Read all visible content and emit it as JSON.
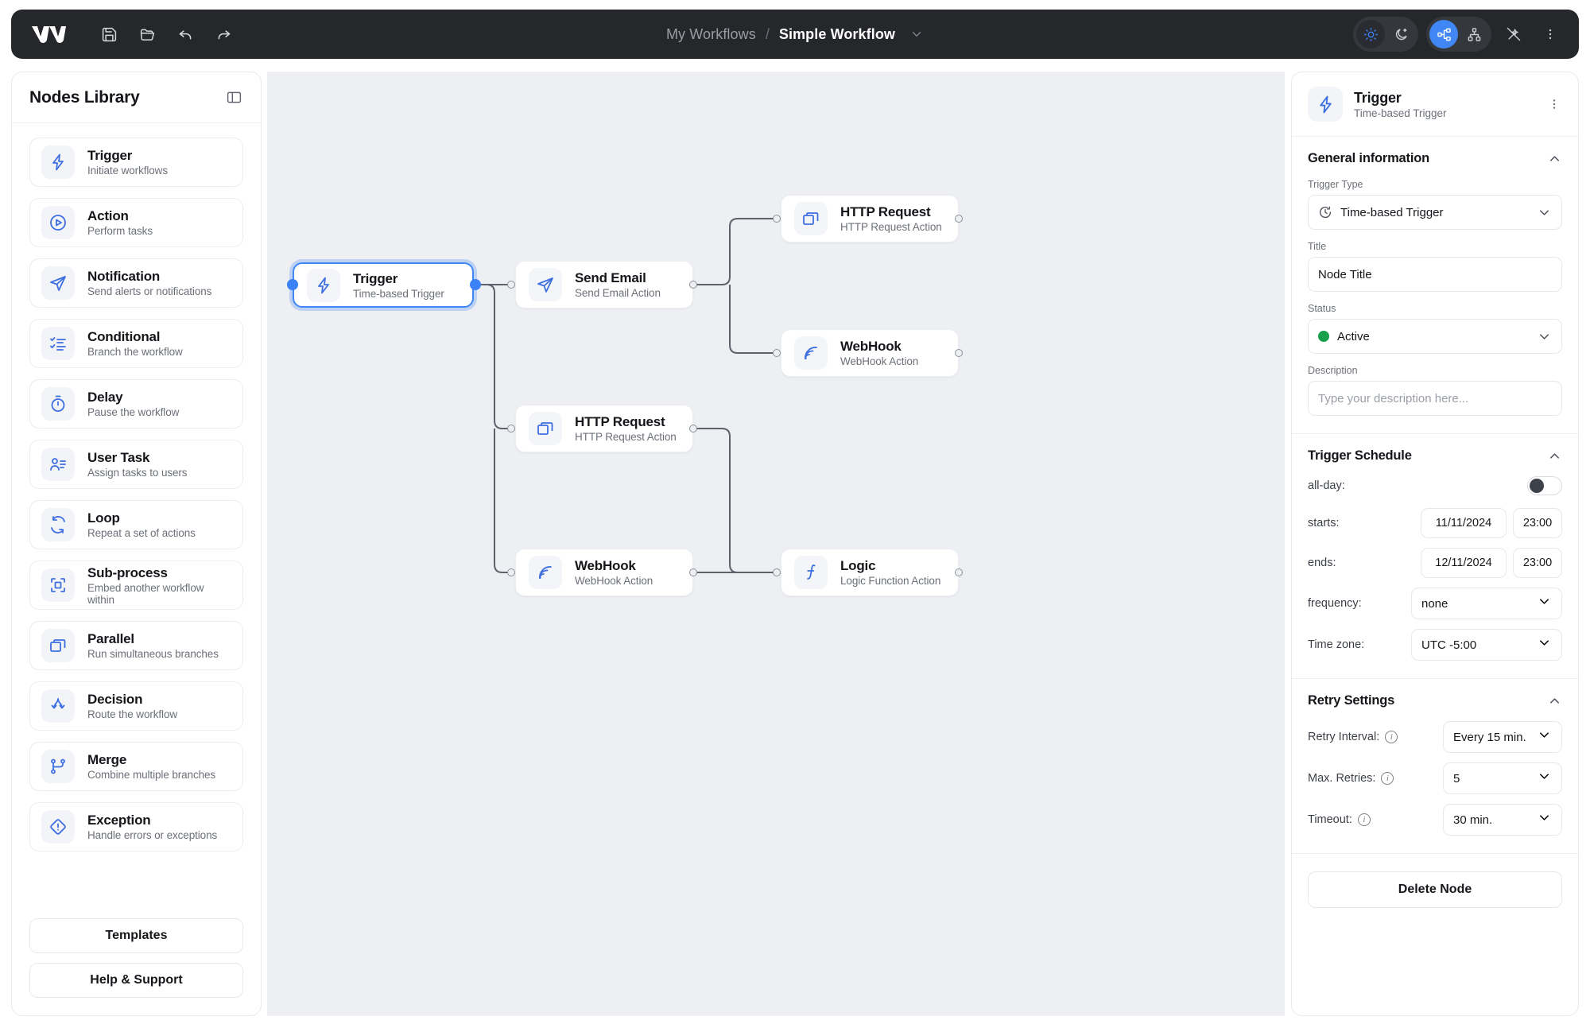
{
  "topbar": {
    "logo": "workflow-logo",
    "tools": [
      {
        "name": "save-icon",
        "label": "Save"
      },
      {
        "name": "open-folder-icon",
        "label": "Open"
      },
      {
        "name": "undo-icon",
        "label": "Undo"
      },
      {
        "name": "redo-icon",
        "label": "Redo"
      }
    ],
    "breadcrumb": {
      "parent": "My Workflows",
      "separator": "/",
      "current": "Simple Workflow",
      "chevron": "chevron-down-icon"
    },
    "right_controls": [
      {
        "name": "light-mode-icon",
        "label": "Light mode",
        "state": "active"
      },
      {
        "name": "dark-mode-icon",
        "label": "Dark mode",
        "state": "inactive"
      },
      {
        "name": "layout-horizontal-icon",
        "label": "Horizontal layout",
        "state": "active"
      },
      {
        "name": "layout-vertical-icon",
        "label": "Vertical layout",
        "state": "inactive"
      },
      {
        "name": "magic-wand-off-icon",
        "label": "Auto-arrange off",
        "state": "inactive"
      },
      {
        "name": "more-vertical-icon",
        "label": "More options",
        "state": "inactive"
      }
    ]
  },
  "sidebar": {
    "title": "Nodes Library",
    "collapse_icon": "panel-collapse-icon",
    "items": [
      {
        "name": "Trigger",
        "desc": "Initiate workflows",
        "icon": "lightning-icon"
      },
      {
        "name": "Action",
        "desc": "Perform tasks",
        "icon": "play-circle-icon"
      },
      {
        "name": "Notification",
        "desc": "Send alerts or notifications",
        "icon": "send-icon"
      },
      {
        "name": "Conditional",
        "desc": "Branch the workflow",
        "icon": "checklist-icon"
      },
      {
        "name": "Delay",
        "desc": "Pause the workflow",
        "icon": "timer-icon"
      },
      {
        "name": "User Task",
        "desc": "Assign tasks to users",
        "icon": "user-list-icon"
      },
      {
        "name": "Loop",
        "desc": "Repeat a set of actions",
        "icon": "refresh-icon"
      },
      {
        "name": "Sub-process",
        "desc": "Embed another workflow within",
        "icon": "frame-icon"
      },
      {
        "name": "Parallel",
        "desc": "Run simultaneous branches",
        "icon": "copy-icon"
      },
      {
        "name": "Decision",
        "desc": "Route the workflow",
        "icon": "split-arrows-icon"
      },
      {
        "name": "Merge",
        "desc": "Combine multiple branches",
        "icon": "merge-icon"
      },
      {
        "name": "Exception",
        "desc": "Handle errors or exceptions",
        "icon": "alert-diamond-icon"
      }
    ],
    "footer_buttons": [
      {
        "label": "Templates"
      },
      {
        "label": "Help & Support"
      }
    ]
  },
  "canvas": {
    "background": "#edeff2",
    "nodes": [
      {
        "id": "trigger",
        "name": "Trigger",
        "sub": "Time-based Trigger",
        "icon": "lightning-icon",
        "selected": true
      },
      {
        "id": "email",
        "name": "Send Email",
        "sub": "Send Email Action",
        "icon": "send-icon",
        "selected": false
      },
      {
        "id": "http1",
        "name": "HTTP Request",
        "sub": "HTTP Request Action",
        "icon": "copy-icon",
        "selected": false
      },
      {
        "id": "hook1",
        "name": "WebHook",
        "sub": "WebHook Action",
        "icon": "wifi-icon",
        "selected": false
      },
      {
        "id": "http2",
        "name": "HTTP Request",
        "sub": "HTTP Request Action",
        "icon": "copy-icon",
        "selected": false
      },
      {
        "id": "hook2",
        "name": "WebHook",
        "sub": "WebHook Action",
        "icon": "wifi-icon",
        "selected": false
      },
      {
        "id": "logic",
        "name": "Logic",
        "sub": "Logic Function Action",
        "icon": "function-icon",
        "selected": false
      }
    ],
    "edges": [
      {
        "from": "trigger",
        "to": "email"
      },
      {
        "from": "trigger",
        "to": "http2"
      },
      {
        "from": "trigger",
        "to": "hook2"
      },
      {
        "from": "email",
        "to": "http1"
      },
      {
        "from": "email",
        "to": "hook1"
      },
      {
        "from": "http2",
        "to": "logic"
      },
      {
        "from": "hook2",
        "to": "logic"
      }
    ]
  },
  "properties": {
    "header": {
      "title": "Trigger",
      "subtitle": "Time-based Trigger",
      "icon": "lightning-icon",
      "menu_icon": "more-vertical-icon"
    },
    "general": {
      "section_title": "General information",
      "trigger_type_label": "Trigger Type",
      "trigger_type_value": "Time-based Trigger",
      "trigger_type_icon": "clock-icon",
      "title_label": "Title",
      "title_value": "Node Title",
      "status_label": "Status",
      "status_value": "Active",
      "status_color": "#18a04a",
      "description_label": "Description",
      "description_placeholder": "Type your description here..."
    },
    "schedule": {
      "section_title": "Trigger Schedule",
      "allday_label": "all-day:",
      "allday_on": false,
      "starts_label": "starts:",
      "starts_date": "11/11/2024",
      "starts_time": "23:00",
      "ends_label": "ends:",
      "ends_date": "12/11/2024",
      "ends_time": "23:00",
      "frequency_label": "frequency:",
      "frequency_value": "none",
      "timezone_label": "Time zone:",
      "timezone_value": "UTC -5:00"
    },
    "retry": {
      "section_title": "Retry Settings",
      "interval_label": "Retry Interval:",
      "interval_value": "Every 15 min.",
      "max_label": "Max. Retries:",
      "max_value": "5",
      "timeout_label": "Timeout:",
      "timeout_value": "30 min."
    },
    "delete_label": "Delete Node"
  }
}
